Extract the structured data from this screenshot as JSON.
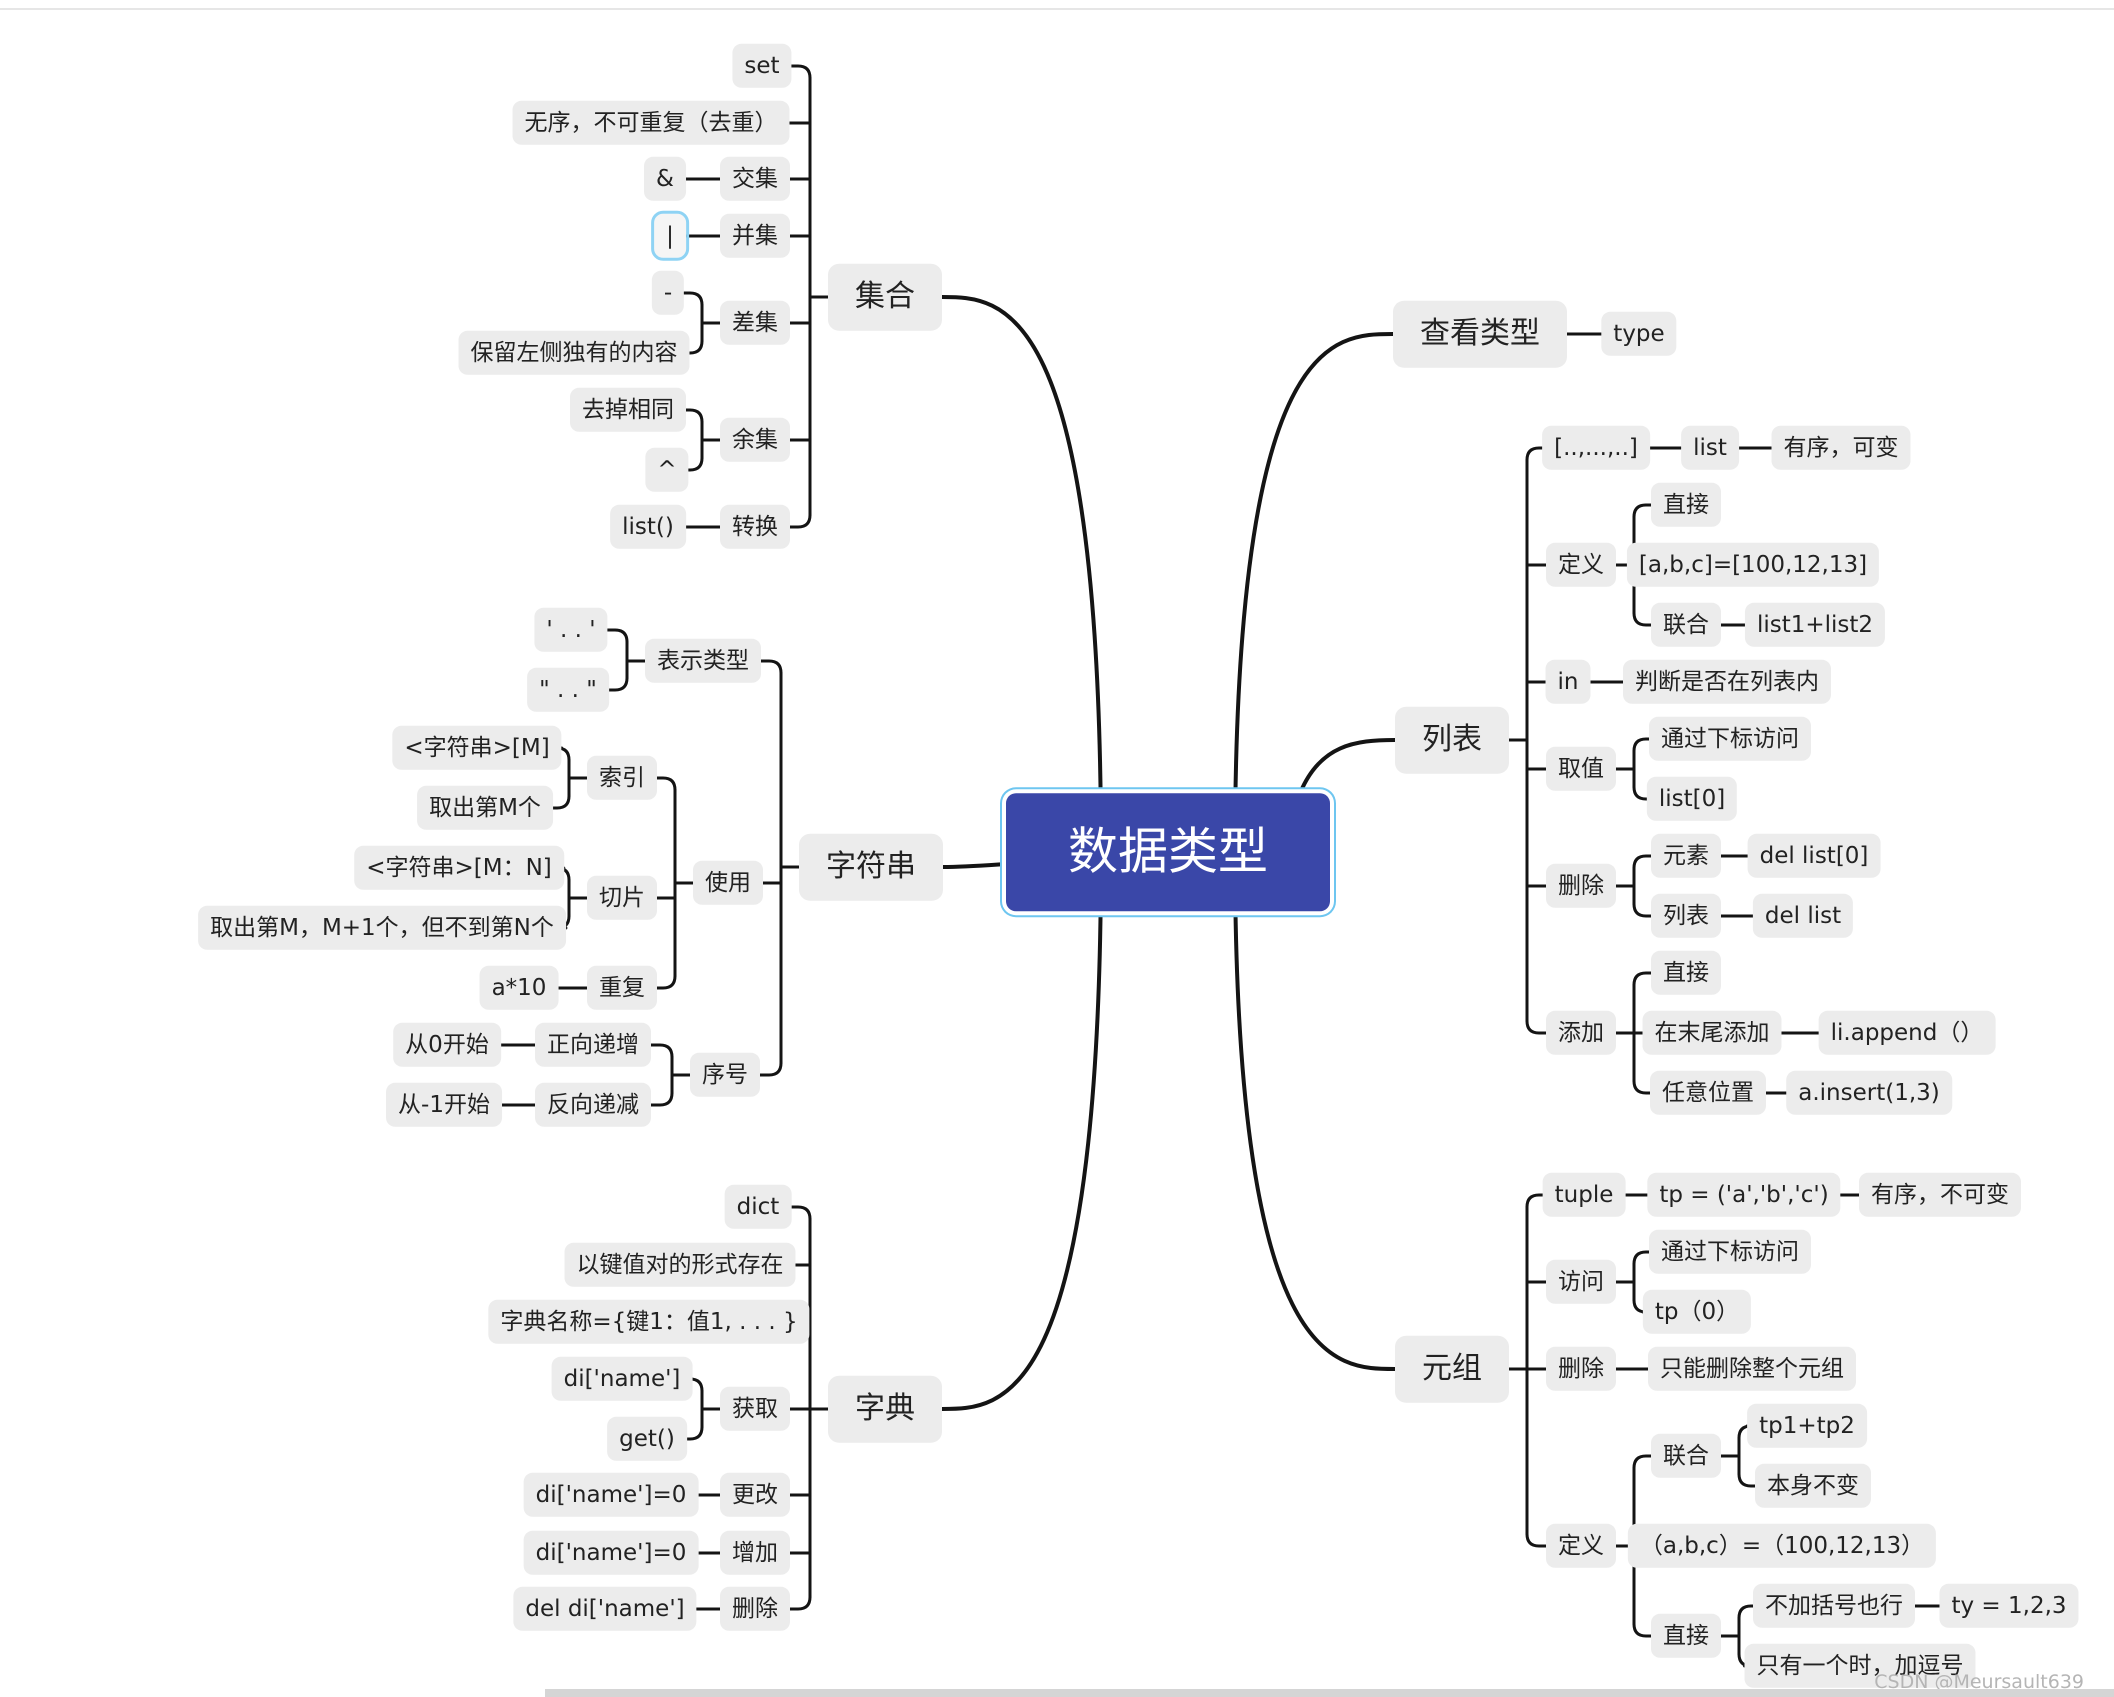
{
  "title": "数据类型",
  "watermark": "CSDN @Meursault639",
  "colors": {
    "root": "#3a47a8",
    "node": "#ececec",
    "line": "#141414"
  },
  "nodes": {
    "root": "数据类型",
    "jihe": "集合",
    "jh_set": "set",
    "jh_wuxu": "无序，不可重复（去重）",
    "jh_jiaoji": "交集",
    "jh_and": "&",
    "jh_bingji": "并集",
    "jh_or": "|",
    "jh_chaji": "差集",
    "jh_minus": "-",
    "jh_baoliu": "保留左侧独有的内容",
    "jh_yuji": "余集",
    "jh_qudiao": "去掉相同",
    "jh_xor": "^",
    "jh_zhuanhuan": "转换",
    "jh_list": "list()",
    "zfc": "字符串",
    "zfc_biaoshi": "表示类型",
    "zfc_q1": "' . . '",
    "zfc_q2": "\" . . \"",
    "zfc_shiyong": "使用",
    "zfc_suoyin": "索引",
    "zfc_sy1": "<字符串>[M]",
    "zfc_sy2": "取出第M个",
    "zfc_qiepian": "切片",
    "zfc_qp1": "<字符串>[M：N]",
    "zfc_qp2": "取出第M，M+1个，但不到第N个",
    "zfc_chongfu": "重复",
    "zfc_a10": "a*10",
    "zfc_xuhao": "序号",
    "zfc_zheng": "正向递增",
    "zfc_z0": "从0开始",
    "zfc_fan": "反向递减",
    "zfc_f1": "从-1开始",
    "zd": "字典",
    "zd_dict": "dict",
    "zd_yijian": "以键值对的形式存在",
    "zd_mingcheng": "字典名称={键1：值1, . . . }",
    "zd_huoqu": "获取",
    "zd_diname": "di['name']",
    "zd_get": "get()",
    "zd_genggai": "更改",
    "zd_gg": "di['name']=0",
    "zd_zengjia": "增加",
    "zd_zj": "di['name']=0",
    "zd_shanchu": "删除",
    "zd_sc": "del di['name']",
    "chakan": "查看类型",
    "ck_type": "type",
    "lb": "列表",
    "lb_brack": "[..,...,..]",
    "lb_list": "list",
    "lb_youxu": "有序，可变",
    "lb_dingyi": "定义",
    "lb_zhijie": "直接",
    "lb_abc": "[a,b,c]=[100,12,13]",
    "lb_lianhe": "联合",
    "lb_l12": "list1+list2",
    "lb_in": "in",
    "lb_panduan": "判断是否在列表内",
    "lb_quzhi": "取值",
    "lb_tongguo": "通过下标访问",
    "lb_list0": "list[0]",
    "lb_shanchu": "删除",
    "lb_yuansu": "元素",
    "lb_del0": "del list[0]",
    "lb_liebiao": "列表",
    "lb_dellist": "del list",
    "lb_tianjia": "添加",
    "lb_zhijie2": "直接",
    "lb_mowei": "在末尾添加",
    "lb_append": "li.append（）",
    "lb_renyi": "任意位置",
    "lb_insert": "a.insert(1,3)",
    "yz": "元组",
    "yz_tuple": "tuple",
    "yz_tp": "tp = ('a','b','c')",
    "yz_youxu": "有序，不可变",
    "yz_fangwen": "访问",
    "yz_tongguo": "通过下标访问",
    "yz_tp0": "tp（0）",
    "yz_shanchu": "删除",
    "yz_zhineng": "只能删除整个元组",
    "yz_dingyi": "定义",
    "yz_lianhe": "联合",
    "yz_tp12": "tp1+tp2",
    "yz_benshen": "本身不变",
    "yz_abc": "（a,b,c）=（100,12,13）",
    "yz_zhijie": "直接",
    "yz_bujia": "不加括号也行",
    "yz_ty": "ty = 1,2,3",
    "yz_zhiyou": "只有一个时，加逗号"
  }
}
